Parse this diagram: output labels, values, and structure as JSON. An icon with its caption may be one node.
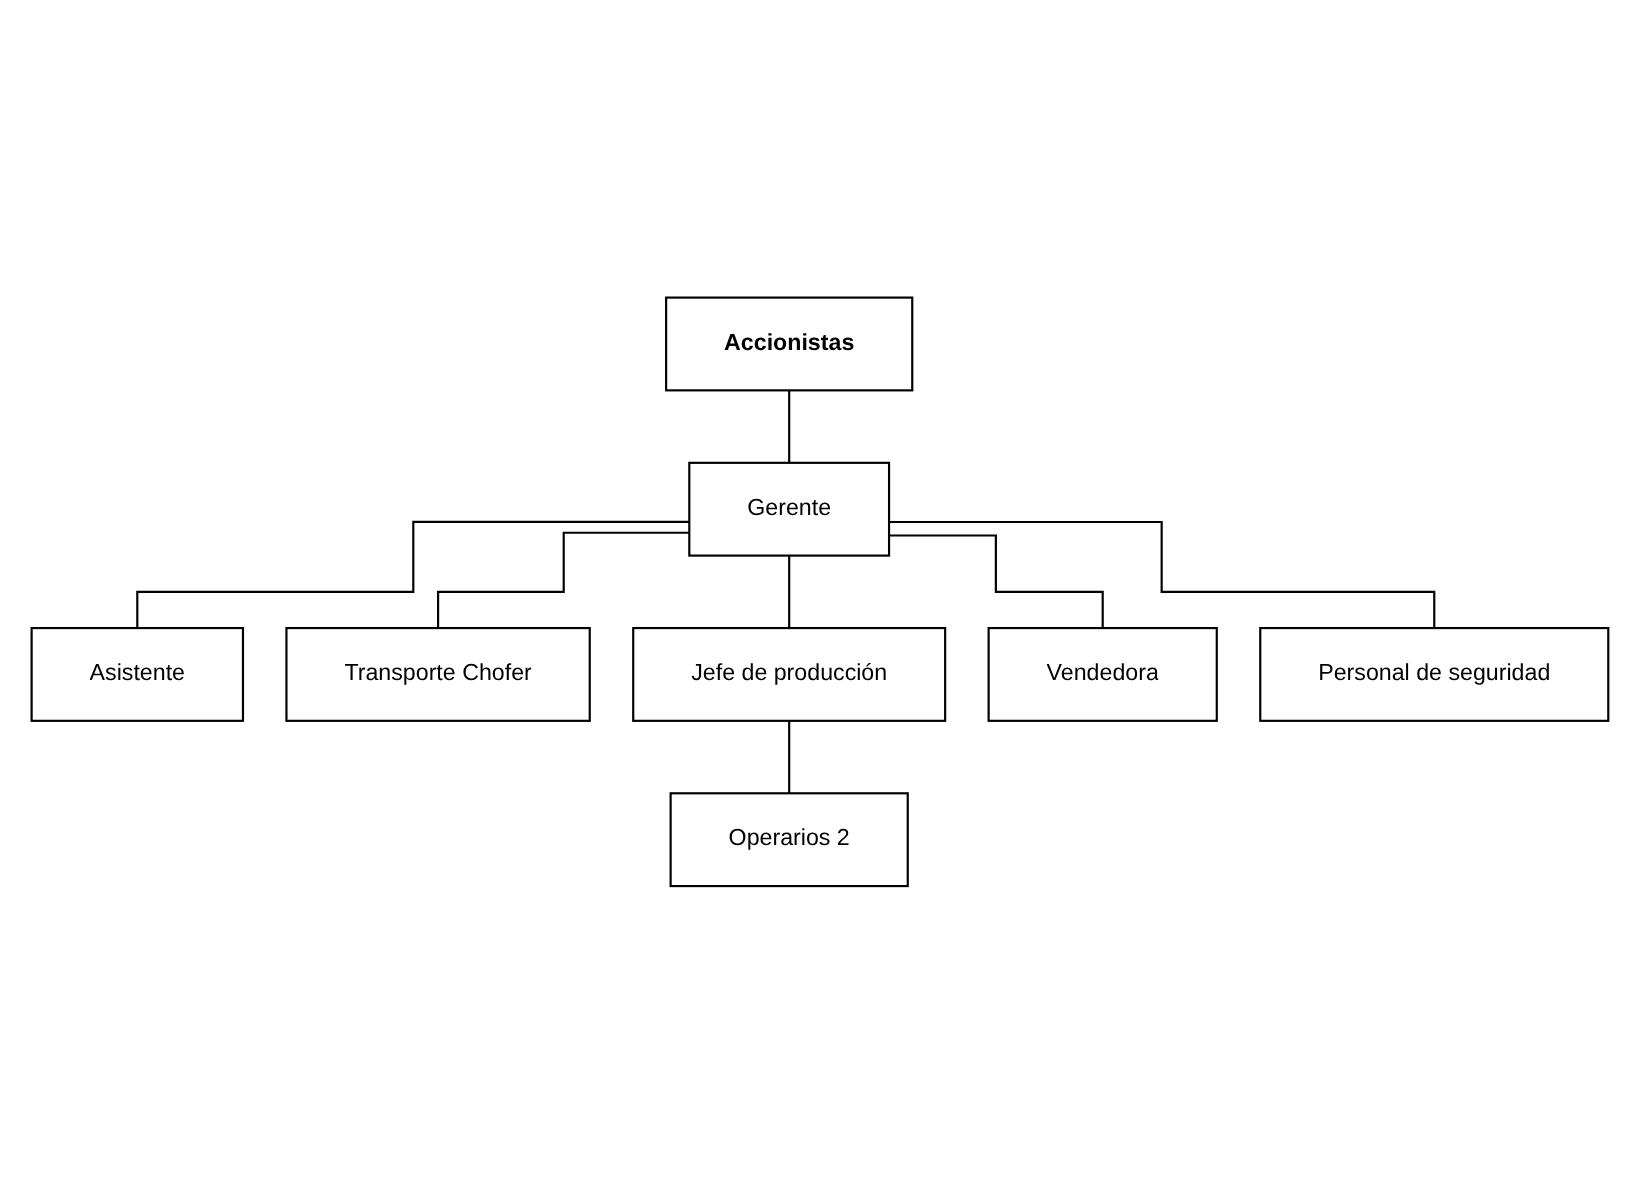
{
  "diagram": {
    "nodes": [
      {
        "text": [
          "Accionistas"
        ]
      },
      {
        "text": [
          "Gerente"
        ]
      },
      {
        "text": [
          "Asistente"
        ]
      },
      {
        "text": [
          "Transporte Chofer"
        ]
      },
      {
        "text": [
          "Jefe de producción"
        ]
      },
      {
        "text": [
          "Vendedora"
        ]
      },
      {
        "text": [
          "Personal de seguridad"
        ]
      },
      {
        "text": [
          "Operarios 2"
        ]
      }
    ],
    "edges": [
      {
        "from": 0,
        "to": 1,
        "arrow": "none"
      },
      {
        "from": 1,
        "to": 2,
        "arrow": "none"
      },
      {
        "from": 1,
        "to": 3,
        "arrow": "none"
      },
      {
        "from": 1,
        "to": 4,
        "arrow": "none"
      },
      {
        "from": 1,
        "to": 5,
        "arrow": "none"
      },
      {
        "from": 1,
        "to": 6,
        "arrow": "none"
      },
      {
        "from": 4,
        "to": 7,
        "arrow": "none"
      }
    ]
  }
}
